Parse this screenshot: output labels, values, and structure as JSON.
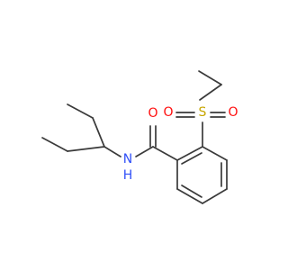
{
  "molecule": {
    "atoms": [
      {
        "id": "o_carbonyl",
        "symbol": "O",
        "color": "#ff0d0d"
      },
      {
        "id": "n_amide",
        "symbol": "N",
        "color": "#3050f8"
      },
      {
        "id": "h_amide",
        "symbol": "H",
        "color": "#3050f8"
      },
      {
        "id": "s_sulfonyl",
        "symbol": "S",
        "color": "#c8a600"
      },
      {
        "id": "o_sulfonyl_left",
        "symbol": "O",
        "color": "#ff0d0d"
      },
      {
        "id": "o_sulfonyl_right",
        "symbol": "O",
        "color": "#ff0d0d"
      }
    ],
    "bond_color": "#3a3a3a"
  }
}
